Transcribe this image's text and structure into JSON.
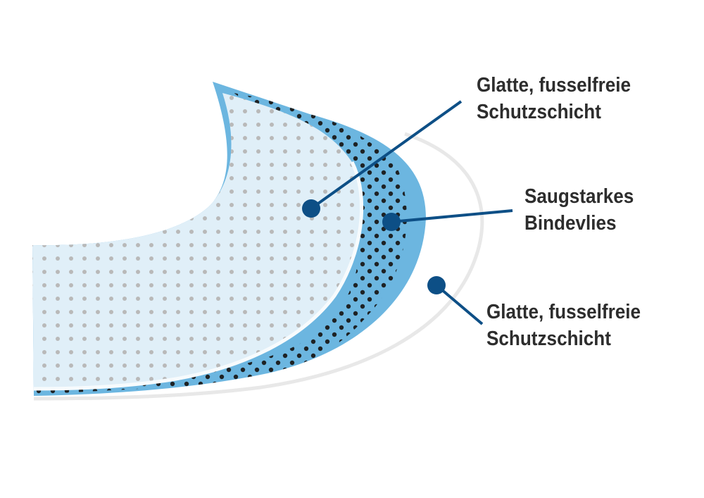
{
  "labels": {
    "top": {
      "line1": "Glatte, fusselfreie",
      "line2": "Schutzschicht"
    },
    "middle": {
      "line1": "Saugstarkes",
      "line2": "Bindevlies"
    },
    "bottom": {
      "line1": "Glatte, fusselfreie",
      "line2": "Schutzschicht"
    }
  },
  "colors": {
    "text": "#2d2d2d",
    "callout": "#0d4f86",
    "outer_layer": "#6cb6e0",
    "inner_layer": "#e0eff8",
    "dots_dark": "#1a1a1a",
    "dots_light": "#b9b9b9"
  }
}
